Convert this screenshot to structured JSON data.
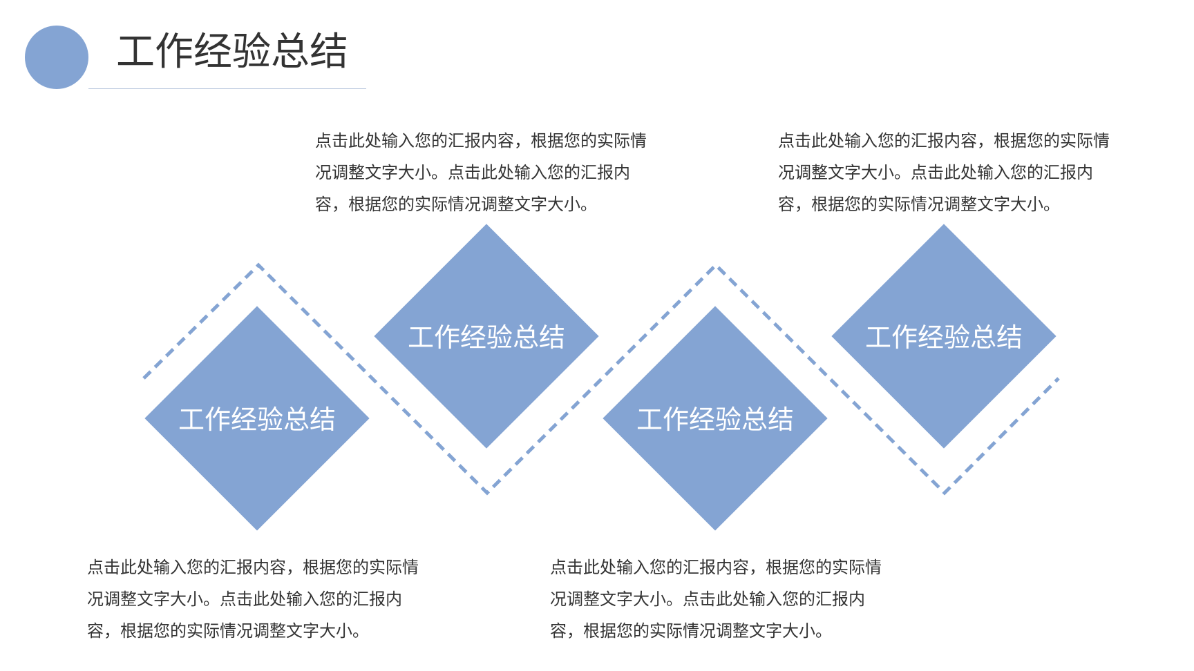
{
  "header": {
    "title": "工作经验总结"
  },
  "colors": {
    "accent": "#84a4d3",
    "text": "#333333",
    "rule": "#b8c6dd"
  },
  "items": [
    {
      "label": "工作经验总结",
      "text": "点击此处输入您的汇报内容，根据您的实际情况调整文字大小。点击此处输入您的汇报内容，根据您的实际情况调整文字大小。"
    },
    {
      "label": "工作经验总结",
      "text": "点击此处输入您的汇报内容，根据您的实际情况调整文字大小。点击此处输入您的汇报内容，根据您的实际情况调整文字大小。"
    },
    {
      "label": "工作经验总结",
      "text": "点击此处输入您的汇报内容，根据您的实际情况调整文字大小。点击此处输入您的汇报内容，根据您的实际情况调整文字大小。"
    },
    {
      "label": "工作经验总结",
      "text": "点击此处输入您的汇报内容，根据您的实际情况调整文字大小。点击此处输入您的汇报内容，根据您的实际情况调整文字大小。"
    }
  ]
}
